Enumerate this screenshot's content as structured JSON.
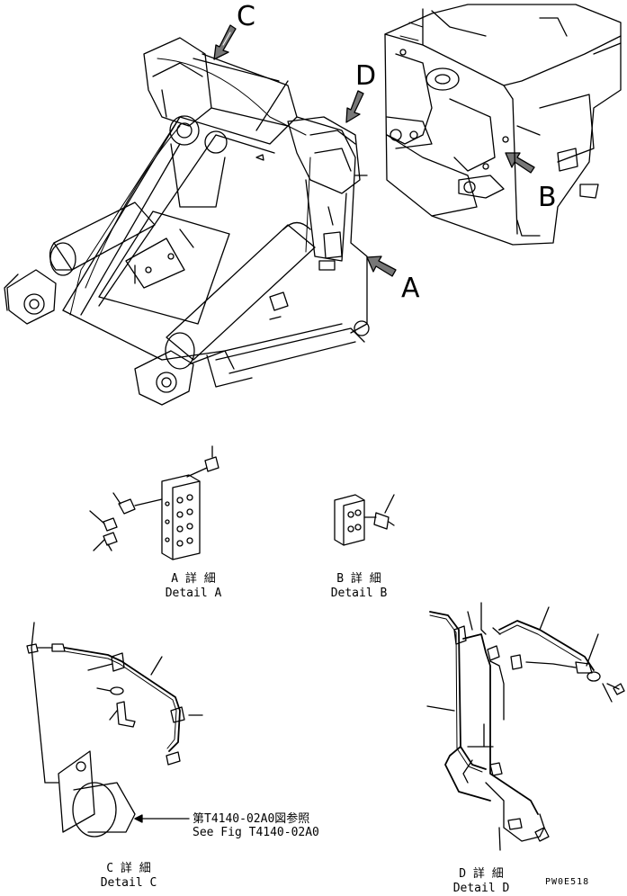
{
  "view_letters": {
    "c": "C",
    "d": "D",
    "a": "A",
    "b": "B"
  },
  "details": {
    "a": {
      "jp": "A 詳 細",
      "en": "Detail A"
    },
    "b": {
      "jp": "B 詳 細",
      "en": "Detail B"
    },
    "c": {
      "jp": "C 詳 細",
      "en": "Detail C"
    },
    "d": {
      "jp": "D 詳 細",
      "en": "Detail D"
    }
  },
  "reference": {
    "jp": "第T4140-02A0図参照",
    "en": "See Fig T4140-02A0"
  },
  "drawing_code": "PW0E518"
}
